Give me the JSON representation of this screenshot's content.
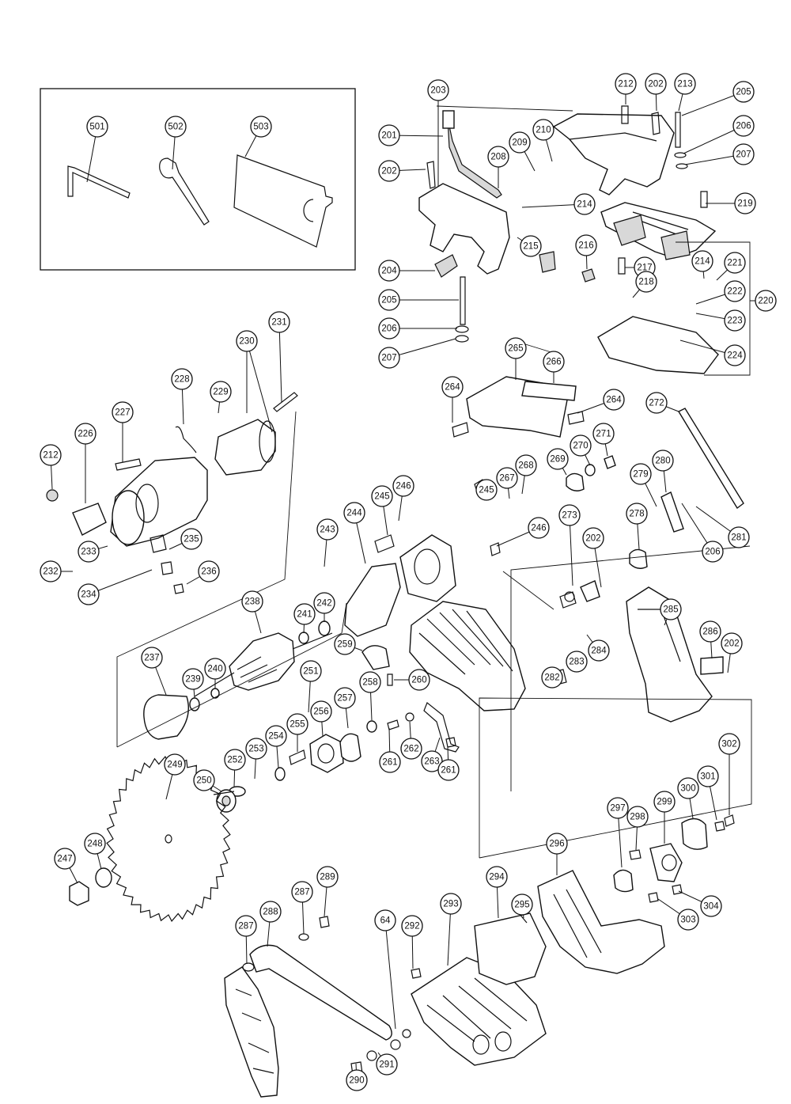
{
  "diagram": {
    "callouts": [
      "501",
      "502",
      "503",
      "201",
      "202",
      "203",
      "204",
      "205",
      "206",
      "207",
      "208",
      "209",
      "210",
      "212",
      "213",
      "214",
      "215",
      "216",
      "217",
      "218",
      "219",
      "220",
      "221",
      "222",
      "223",
      "224",
      "226",
      "227",
      "228",
      "229",
      "230",
      "231",
      "232",
      "233",
      "234",
      "235",
      "236",
      "237",
      "238",
      "239",
      "240",
      "241",
      "242",
      "243",
      "244",
      "245",
      "246",
      "247",
      "248",
      "249",
      "250",
      "251",
      "252",
      "253",
      "254",
      "255",
      "256",
      "257",
      "258",
      "259",
      "260",
      "261",
      "262",
      "263",
      "264",
      "265",
      "266",
      "267",
      "268",
      "269",
      "270",
      "271",
      "272",
      "273",
      "278",
      "279",
      "280",
      "281",
      "282",
      "283",
      "284",
      "285",
      "286",
      "287",
      "288",
      "289",
      "290",
      "291",
      "292",
      "293",
      "294",
      "295",
      "296",
      "297",
      "298",
      "299",
      "300",
      "301",
      "302",
      "303",
      "304",
      "64"
    ]
  }
}
